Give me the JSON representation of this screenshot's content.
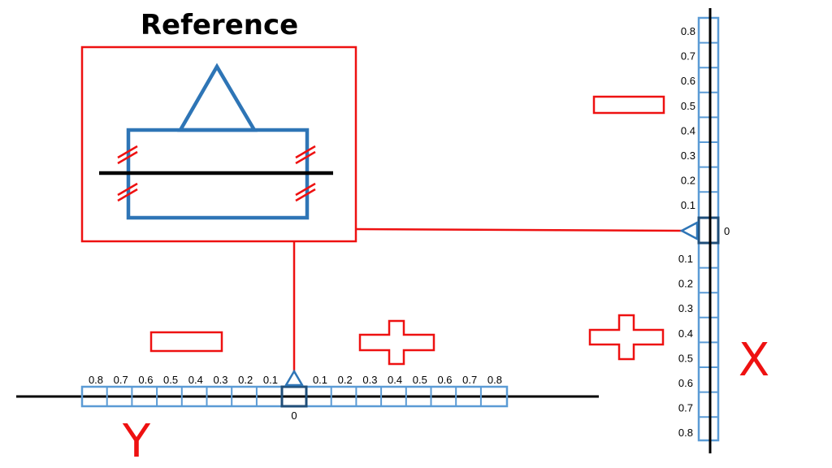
{
  "title": "Reference",
  "colors": {
    "red": "#ee1111",
    "blue": "#2e75b6",
    "scale_blue": "#5b9bd5",
    "black": "#000000"
  },
  "x_scale": {
    "label": "X",
    "zero_label": "0",
    "upper_ticks": [
      "0.8",
      "0.7",
      "0.6",
      "0.5",
      "0.4",
      "0.3",
      "0.2",
      "0.1"
    ],
    "lower_ticks": [
      "0.1",
      "0.2",
      "0.3",
      "0.4",
      "0.5",
      "0.6",
      "0.7",
      "0.8"
    ],
    "upper_sign": "minus",
    "lower_sign": "plus"
  },
  "y_scale": {
    "label": "Y",
    "zero_label": "0",
    "left_ticks": [
      "0.8",
      "0.7",
      "0.6",
      "0.5",
      "0.4",
      "0.3",
      "0.2",
      "0.1"
    ],
    "right_ticks": [
      "0.1",
      "0.2",
      "0.3",
      "0.4",
      "0.5",
      "0.6",
      "0.7",
      "0.8"
    ],
    "left_sign": "minus",
    "right_sign": "plus"
  }
}
